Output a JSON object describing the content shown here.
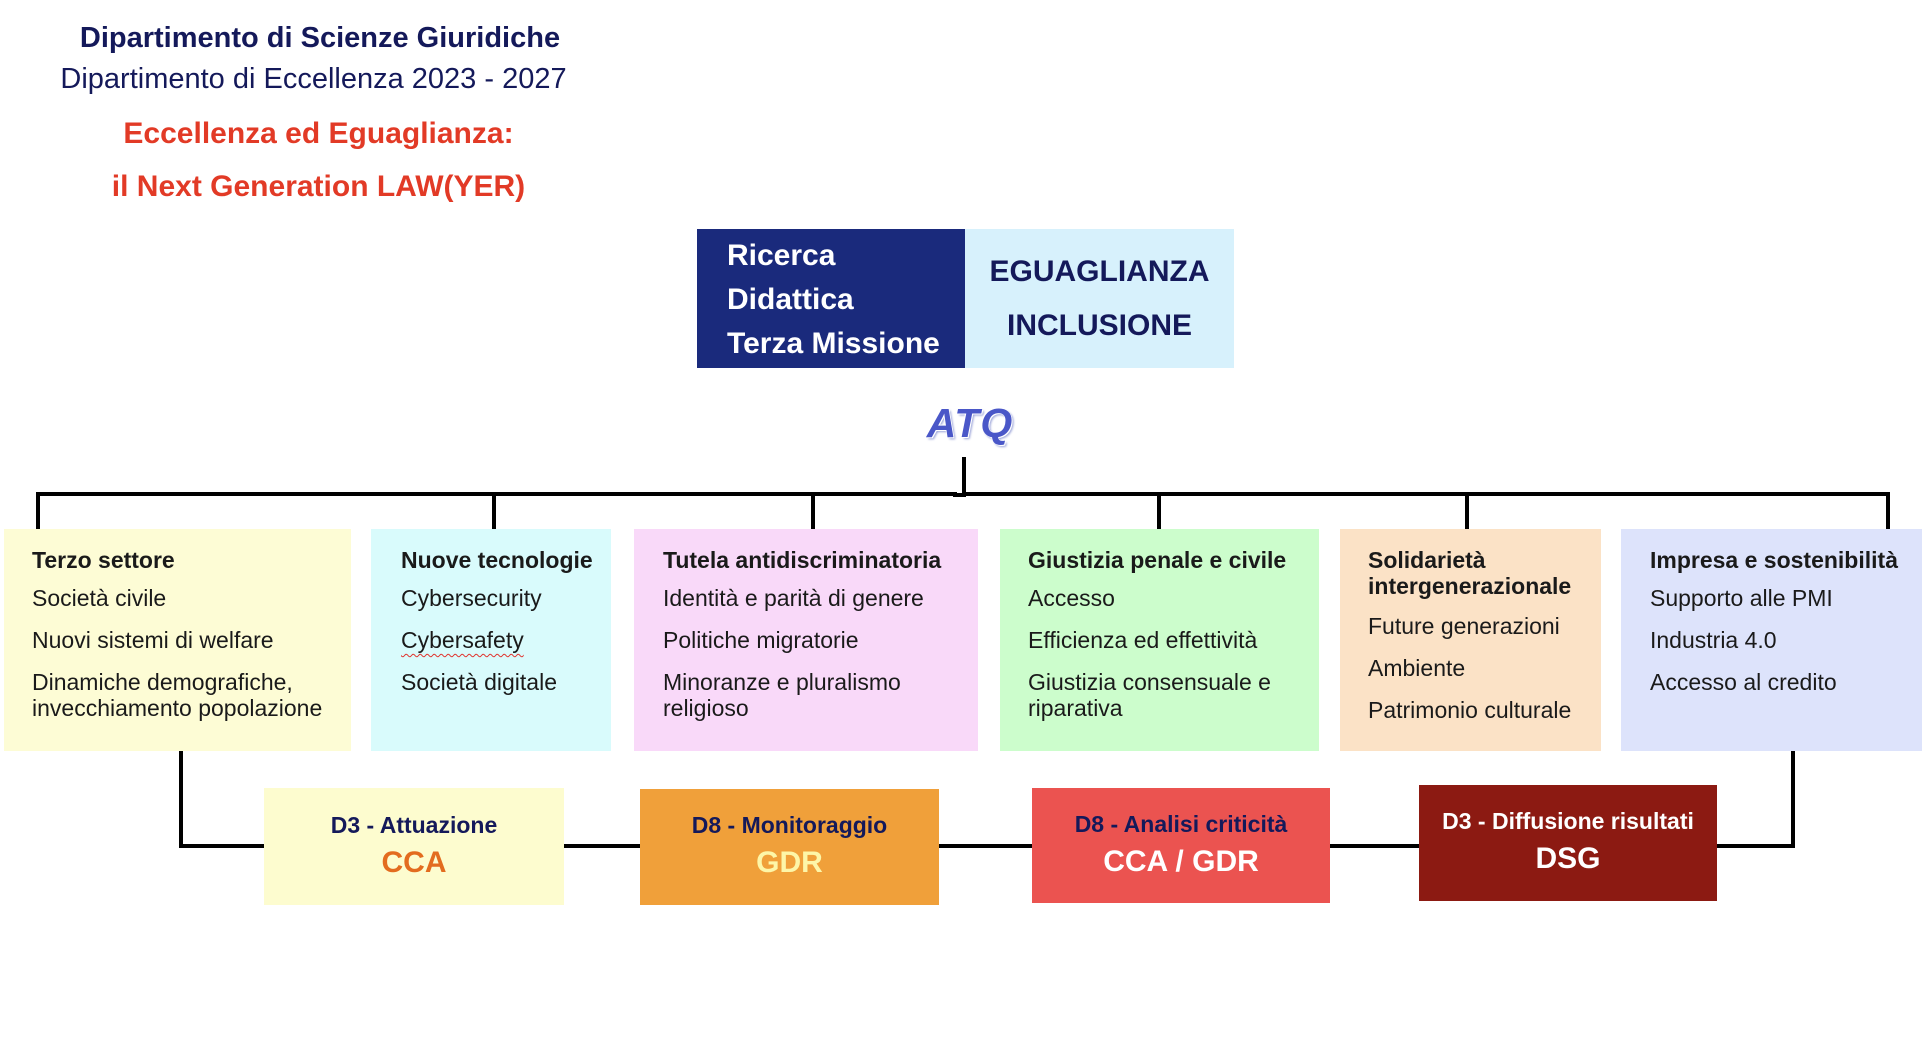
{
  "header": {
    "department": "Dipartimento di Scienze Giuridiche",
    "excellence": "Dipartimento di Eccellenza 2023 - 2027",
    "title_line1": "Eccellenza ed Eguaglianza:",
    "title_line2": "il Next Generation LAW(YER)"
  },
  "top": {
    "left_items": [
      "Ricerca",
      "Didattica",
      "Terza Missione"
    ],
    "right_items": [
      "EGUAGLIANZA",
      "INCLUSIONE"
    ]
  },
  "hub_label": "ATQ",
  "categories": [
    {
      "title": "Terzo settore",
      "items": [
        "Società civile",
        "Nuovi sistemi di welfare",
        "Dinamiche demografiche, invecchiamento popolazione"
      ],
      "color": "#fdfcd5"
    },
    {
      "title": "Nuove tecnologie",
      "items": [
        "Cybersecurity",
        "Cybersafety",
        "Società digitale"
      ],
      "color": "#d9fbfc"
    },
    {
      "title": "Tutela antidiscriminatoria",
      "items": [
        "Identità e parità di genere",
        "Politiche migratorie",
        "Minoranze e pluralismo religioso"
      ],
      "color": "#f9d9f9"
    },
    {
      "title": "Giustizia penale e civile",
      "items": [
        "Accesso",
        "Efficienza ed effettività",
        "Giustizia consensuale e riparativa"
      ],
      "color": "#ccfdcc"
    },
    {
      "title": "Solidarietà intergenerazionale",
      "items": [
        "Future generazioni",
        "Ambiente",
        "Patrimonio culturale"
      ],
      "color": "#fbe2c6"
    },
    {
      "title": "Impresa e sostenibilità",
      "items": [
        "Supporto alle PMI",
        "Industria 4.0",
        "Accesso al credito"
      ],
      "color": "#dde3fb"
    }
  ],
  "phases": [
    {
      "label": "D3 - Attuazione",
      "code": "CCA",
      "bg": "#fdfccf",
      "label_color": "#14195a",
      "code_color": "#e36c1f"
    },
    {
      "label": "D8 - Monitoraggio",
      "code": "GDR",
      "bg": "#f0a03a",
      "label_color": "#14195a",
      "code_color": "#fdf6a8"
    },
    {
      "label": "D8 - Analisi criticità",
      "code": "CCA / GDR",
      "bg": "#eb5350",
      "label_color": "#14195a",
      "code_color": "#ffffff"
    },
    {
      "label": "D3 - Diffusione risultati",
      "code": "DSG",
      "bg": "#8c1a12",
      "label_color": "#ffffff",
      "code_color": "#ffffff"
    }
  ],
  "colors": {
    "header_navy": "#14195a",
    "header_red": "#e23a26",
    "top_left_bg": "#1a2a7c",
    "top_right_bg": "#d7f1fc",
    "hub_blue": "#4a57c8",
    "connector": "#000000"
  }
}
